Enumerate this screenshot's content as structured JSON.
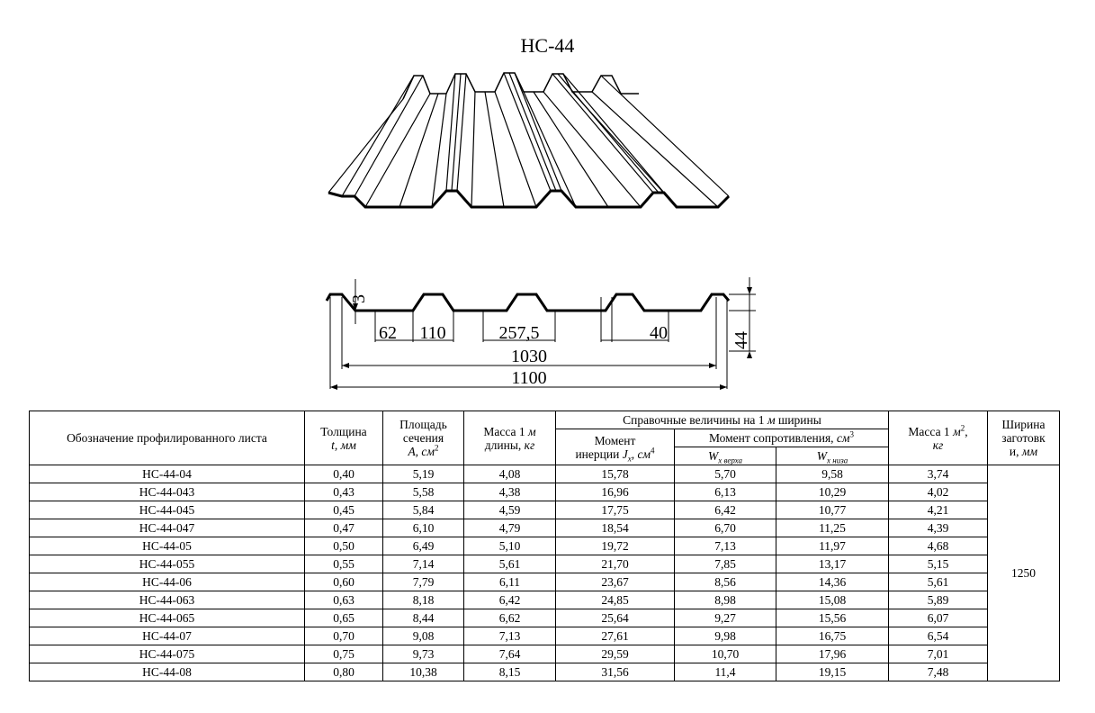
{
  "title": "НС-44",
  "section_dims": {
    "d3": "3",
    "d62": "62",
    "d110": "110",
    "d257": "257,5",
    "d40": "40",
    "d1030": "1030",
    "d1100": "1100",
    "d44": "44"
  },
  "table": {
    "h_designation": "Обозначение профилированного листа",
    "h_thickness": "Толщина",
    "h_thickness_unit": "t, мм",
    "h_area": "Площадь сечения",
    "h_area_unit": "A, см",
    "h_area_exp": "2",
    "h_mass_m": "Масса 1",
    "h_mass_m_m": "м",
    "h_mass_m_rest": "длины,",
    "h_mass_m_unit": "кг",
    "h_ref_pre": "Справочные величины на 1",
    "h_ref_m": "м",
    "h_ref_post": "ширины",
    "h_inertia": "Момент",
    "h_inertia2": "инерции",
    "h_inertia_j": "J",
    "h_inertia_x": "x",
    "h_inertia_unit": ", см",
    "h_inertia_exp": "4",
    "h_resist": "Момент сопротивления,",
    "h_resist_unit": "см",
    "h_resist_exp": "3",
    "h_w": "W",
    "h_w_top_sub": "x верха",
    "h_w_bot_sub": "x низа",
    "h_mass_m2": "Масса 1",
    "h_mass_m2_m": "м",
    "h_mass_m2_exp": "2",
    "h_mass_m2_comma": ",",
    "h_mass_m2_unit": "кг",
    "h_width": "Ширина заготовк",
    "h_width2": "и,",
    "h_width_unit": "мм",
    "blank_width": "1250",
    "rows": [
      [
        "НС-44-04",
        "0,40",
        "5,19",
        "4,08",
        "15,78",
        "5,70",
        "9,58",
        "3,74"
      ],
      [
        "НС-44-043",
        "0,43",
        "5,58",
        "4,38",
        "16,96",
        "6,13",
        "10,29",
        "4,02"
      ],
      [
        "НС-44-045",
        "0,45",
        "5,84",
        "4,59",
        "17,75",
        "6,42",
        "10,77",
        "4,21"
      ],
      [
        "НС-44-047",
        "0,47",
        "6,10",
        "4,79",
        "18,54",
        "6,70",
        "11,25",
        "4,39"
      ],
      [
        "НС-44-05",
        "0,50",
        "6,49",
        "5,10",
        "19,72",
        "7,13",
        "11,97",
        "4,68"
      ],
      [
        "НС-44-055",
        "0,55",
        "7,14",
        "5,61",
        "21,70",
        "7,85",
        "13,17",
        "5,15"
      ],
      [
        "НС-44-06",
        "0,60",
        "7,79",
        "6,11",
        "23,67",
        "8,56",
        "14,36",
        "5,61"
      ],
      [
        "НС-44-063",
        "0,63",
        "8,18",
        "6,42",
        "24,85",
        "8,98",
        "15,08",
        "5,89"
      ],
      [
        "НС-44-065",
        "0,65",
        "8,44",
        "6,62",
        "25,64",
        "9,27",
        "15,56",
        "6,07"
      ],
      [
        "НС-44-07",
        "0,70",
        "9,08",
        "7,13",
        "27,61",
        "9,98",
        "16,75",
        "6,54"
      ],
      [
        "НС-44-075",
        "0,75",
        "9,73",
        "7,64",
        "29,59",
        "10,70",
        "17,96",
        "7,01"
      ],
      [
        "НС-44-08",
        "0,80",
        "10,38",
        "8,15",
        "31,56",
        "11,4",
        "19,15",
        "7,48"
      ]
    ]
  }
}
